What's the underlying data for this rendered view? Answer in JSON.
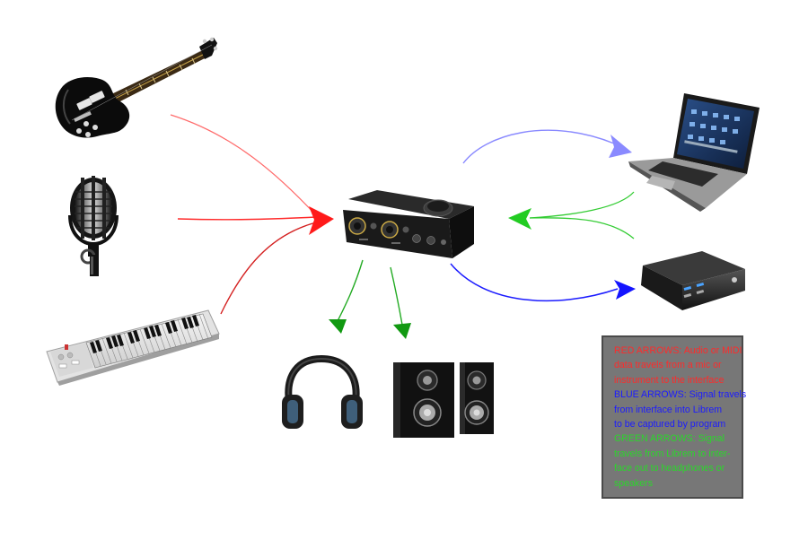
{
  "legend": {
    "red_lines": [
      "RED ARROWS: Audio or MIDI",
      " data travels from a mic or",
      "instrument to the interface"
    ],
    "blue_lines": [
      "BLUE ARROWS: Signal travels",
      "from interface into Librem",
      "to be captured by program"
    ],
    "green_lines": [
      "GREEN ARROWS: Signal",
      "travels from Librem to inter-",
      "face out to headphones or",
      "speakers"
    ]
  },
  "colors": {
    "red_arrow": "#ff2a2a",
    "blue_arrow": "#1c1cff",
    "light_blue_arrow": "#8a8aff",
    "green_arrow": "#22bb22",
    "legend_background": "#777777"
  },
  "icons": {
    "sources": [
      "electric-guitar-icon",
      "microphone-icon",
      "midi-keyboard-icon"
    ],
    "hub": "audio-interface-icon",
    "computers": [
      "laptop-icon",
      "mini-pc-icon"
    ],
    "outputs": [
      "headphones-icon",
      "studio-monitors-icon"
    ]
  }
}
